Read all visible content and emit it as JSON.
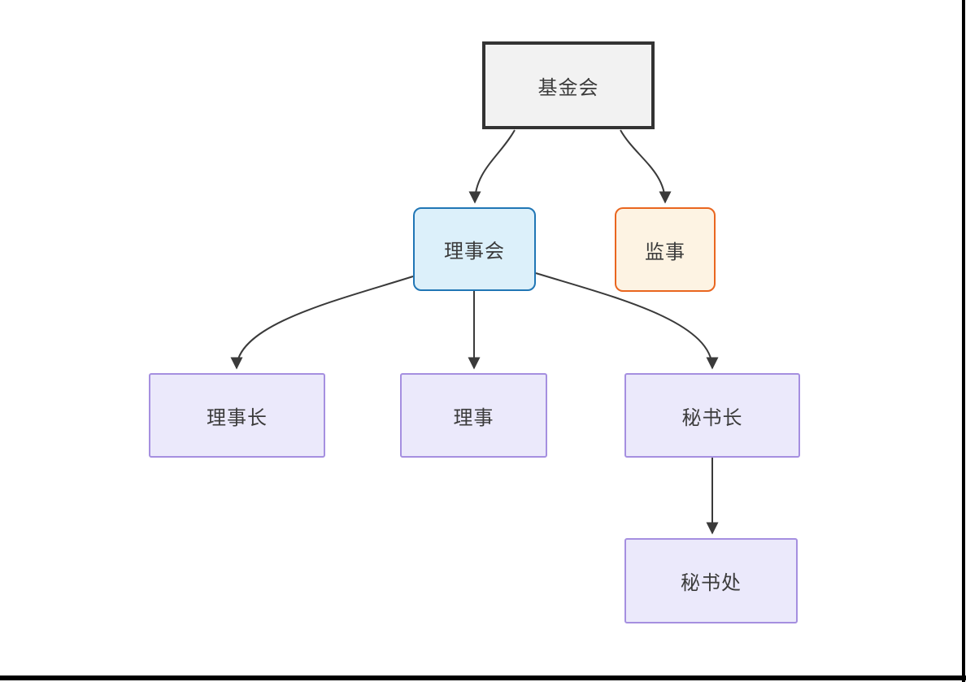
{
  "diagram": {
    "connector_color": "#3a3a3a",
    "nodes": [
      {
        "id": "foundation",
        "label": "基金会",
        "fill": "#f2f2f2",
        "border": "#333333",
        "shape": "rect"
      },
      {
        "id": "board",
        "label": "理事会",
        "fill": "#dcf0fa",
        "border": "#2076b5",
        "shape": "rounded-rect"
      },
      {
        "id": "supervisor",
        "label": "监事",
        "fill": "#fdf3e3",
        "border": "#e9661f",
        "shape": "rounded-rect"
      },
      {
        "id": "chairman",
        "label": "理事长",
        "fill": "#ebe9fb",
        "border": "#a58fe0",
        "shape": "rect"
      },
      {
        "id": "director",
        "label": "理事",
        "fill": "#ebe9fb",
        "border": "#a58fe0",
        "shape": "rect"
      },
      {
        "id": "secretary_general",
        "label": "秘书长",
        "fill": "#ebe9fb",
        "border": "#a58fe0",
        "shape": "rect"
      },
      {
        "id": "secretariat",
        "label": "秘书处",
        "fill": "#ebe9fb",
        "border": "#a58fe0",
        "shape": "rect"
      }
    ],
    "edges": [
      {
        "from": "foundation",
        "to": "board"
      },
      {
        "from": "foundation",
        "to": "supervisor"
      },
      {
        "from": "board",
        "to": "chairman"
      },
      {
        "from": "board",
        "to": "director"
      },
      {
        "from": "board",
        "to": "secretary_general"
      },
      {
        "from": "secretary_general",
        "to": "secretariat"
      }
    ]
  }
}
